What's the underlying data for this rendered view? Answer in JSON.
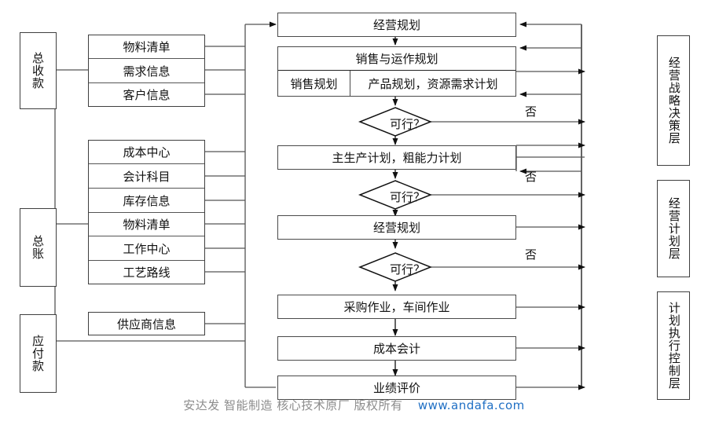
{
  "footer": {
    "text": "安达发  智能制造 核心技术原厂   版权所有",
    "url": "www.andafa.com",
    "url_color": "#1f6fc4",
    "text_color": "#8c8c8c"
  },
  "left_sources": [
    {
      "label": "总收款"
    },
    {
      "label": "总账"
    },
    {
      "label": "应付款"
    }
  ],
  "data_groups": [
    {
      "name": "receivable-group",
      "items": [
        "物料清单",
        "需求信息",
        "客户信息"
      ]
    },
    {
      "name": "ledger-group",
      "items": [
        "成本中心",
        "会计科目",
        "库存信息",
        "物料清单",
        "工作中心",
        "工艺路线"
      ]
    },
    {
      "name": "payable-group",
      "items": [
        "供应商信息"
      ]
    }
  ],
  "flow": {
    "nodes": [
      {
        "id": "n1",
        "type": "process",
        "label": "经营规划"
      },
      {
        "id": "n2",
        "type": "split",
        "label": "销售与运作规划",
        "left": "销售规划",
        "right": "产品规划，资源需求计划"
      },
      {
        "id": "d1",
        "type": "decision",
        "label": "可行？"
      },
      {
        "id": "n3",
        "type": "process",
        "label": "主生产计划，粗能力计划"
      },
      {
        "id": "d2",
        "type": "decision",
        "label": "可行？"
      },
      {
        "id": "n4",
        "type": "process",
        "label": "经营规划"
      },
      {
        "id": "d3",
        "type": "decision",
        "label": "可行？"
      },
      {
        "id": "n5",
        "type": "process",
        "label": "采购作业，车间作业"
      },
      {
        "id": "n6",
        "type": "process",
        "label": "成本会计"
      },
      {
        "id": "n7",
        "type": "process",
        "label": "业绩评价"
      }
    ],
    "decision_no_labels": [
      "否",
      "否",
      "否"
    ]
  },
  "layers": [
    {
      "label": "经营战略决策层"
    },
    {
      "label": "经营计划层"
    },
    {
      "label": "计划执行控制层"
    }
  ],
  "colors": {
    "box_stroke": "#3f3f3f",
    "line": "#555555",
    "text": "#111111"
  }
}
